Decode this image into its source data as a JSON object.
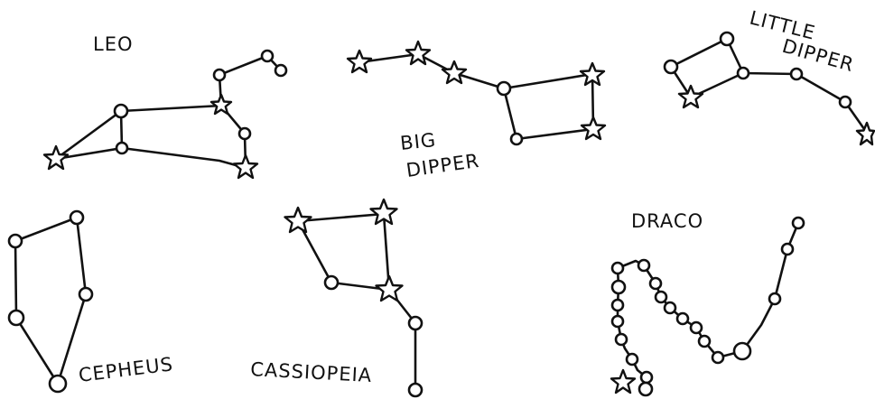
{
  "labels": {
    "leo": "LEO",
    "big_dipper_1": "BIG",
    "big_dipper_2": "DIPPER",
    "little_dipper_1": "LITTLE",
    "little_dipper_2": "DIPPER",
    "draco": "DRACO",
    "cepheus": "CEPHEUS",
    "cassiopeia": "CASSIOPEIA"
  },
  "colors": {
    "ink": "#111111",
    "background": "#ffffff"
  },
  "constellations": [
    "leo",
    "big-dipper",
    "little-dipper",
    "cepheus",
    "cassiopeia",
    "draco"
  ]
}
